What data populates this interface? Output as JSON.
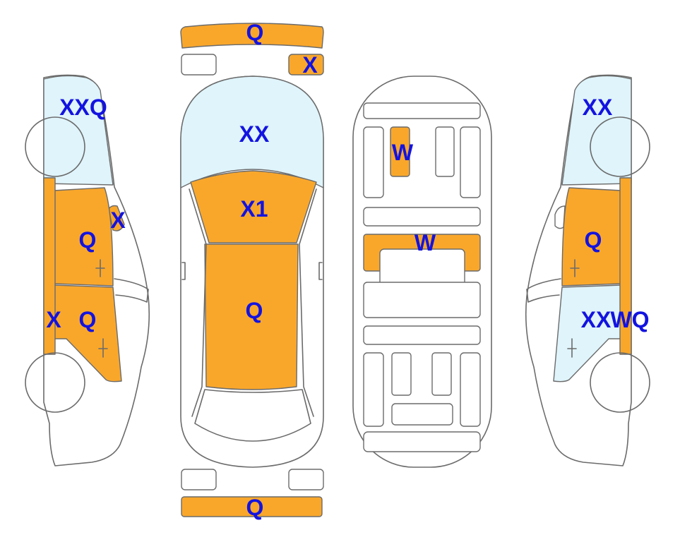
{
  "colors": {
    "damage_fill": "#f9a72b",
    "glass_fill": "#dff4fb",
    "body_fill": "#ffffff",
    "outline": "#6b6b6b",
    "mark_text": "#1313e0"
  },
  "labels": {
    "front_bumper": "Q",
    "front_right_lamp": "X",
    "left_windshield": "XXQ",
    "left_mirror": "X",
    "left_front_door": "Q",
    "left_rocker": "X",
    "left_rear_door": "Q",
    "top_windshield": "XX",
    "top_hood": "X1",
    "top_roof": "Q",
    "rear_bumper": "Q",
    "underbody_crossmember": "W",
    "underbody_bar": "W",
    "right_windshield": "XX",
    "right_front_door": "Q",
    "right_rear_door": "XX",
    "right_rocker": "WQ"
  }
}
